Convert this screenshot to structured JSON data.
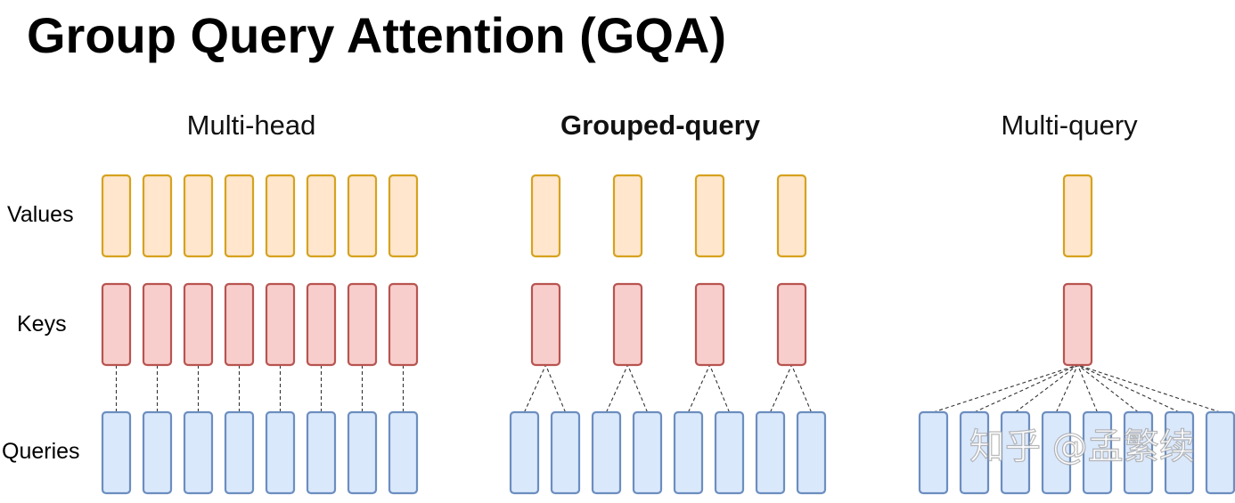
{
  "title": "Group Query Attention (GQA)",
  "row_labels": {
    "values": "Values",
    "keys": "Keys",
    "queries": "Queries"
  },
  "sections": [
    {
      "name": "Multi-head",
      "bold": false,
      "query_heads": 8,
      "kv_heads": 8
    },
    {
      "name": "Grouped-query",
      "bold": true,
      "query_heads": 8,
      "kv_heads": 4
    },
    {
      "name": "Multi-query",
      "bold": false,
      "query_heads": 8,
      "kv_heads": 1
    }
  ],
  "colors": {
    "values_fill": "#ffe6cc",
    "values_stroke": "#d6a21f",
    "keys_fill": "#f8cecc",
    "keys_stroke": "#b85450",
    "queries_fill": "#dae8fc",
    "queries_stroke": "#6c8ebf",
    "connector": "#333333"
  },
  "watermark": "知乎 @孟繁续"
}
